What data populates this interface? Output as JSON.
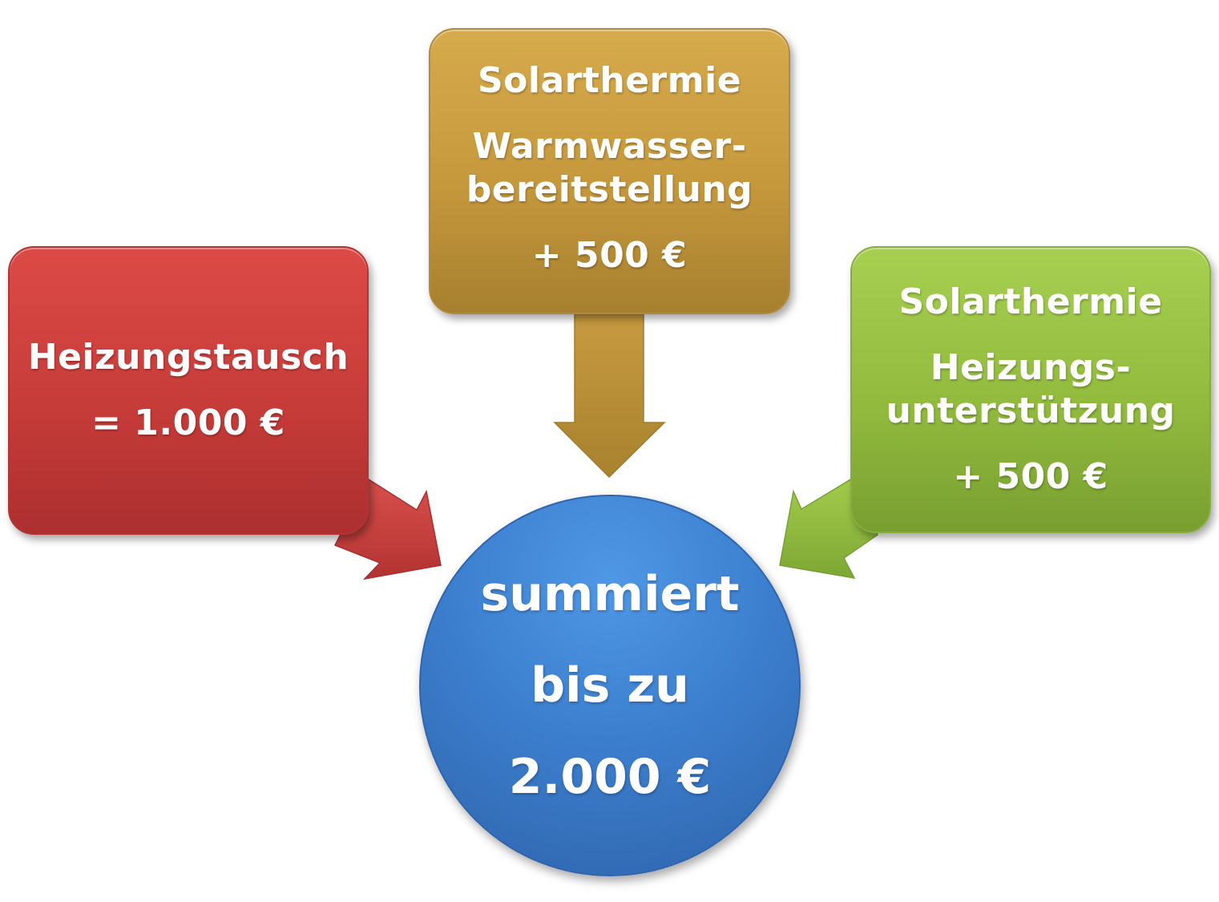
{
  "boxes": {
    "left": {
      "line1": "Heizungstausch",
      "line2": "= 1.000 €",
      "color": "#d04240"
    },
    "top": {
      "line1": "Solarthermie",
      "line2": "Warmwasser-",
      "line3": "bereitstellung",
      "line4": "+ 500 €",
      "color": "#c9993f"
    },
    "right": {
      "line1": "Solarthermie",
      "line2": "Heizungs-",
      "line3": "unterstützung",
      "line4": "+ 500 €",
      "color": "#9cc447"
    }
  },
  "center": {
    "line1": "summiert",
    "line2": "bis zu",
    "line3": "2.000 €",
    "color": "#3b7dcc"
  }
}
